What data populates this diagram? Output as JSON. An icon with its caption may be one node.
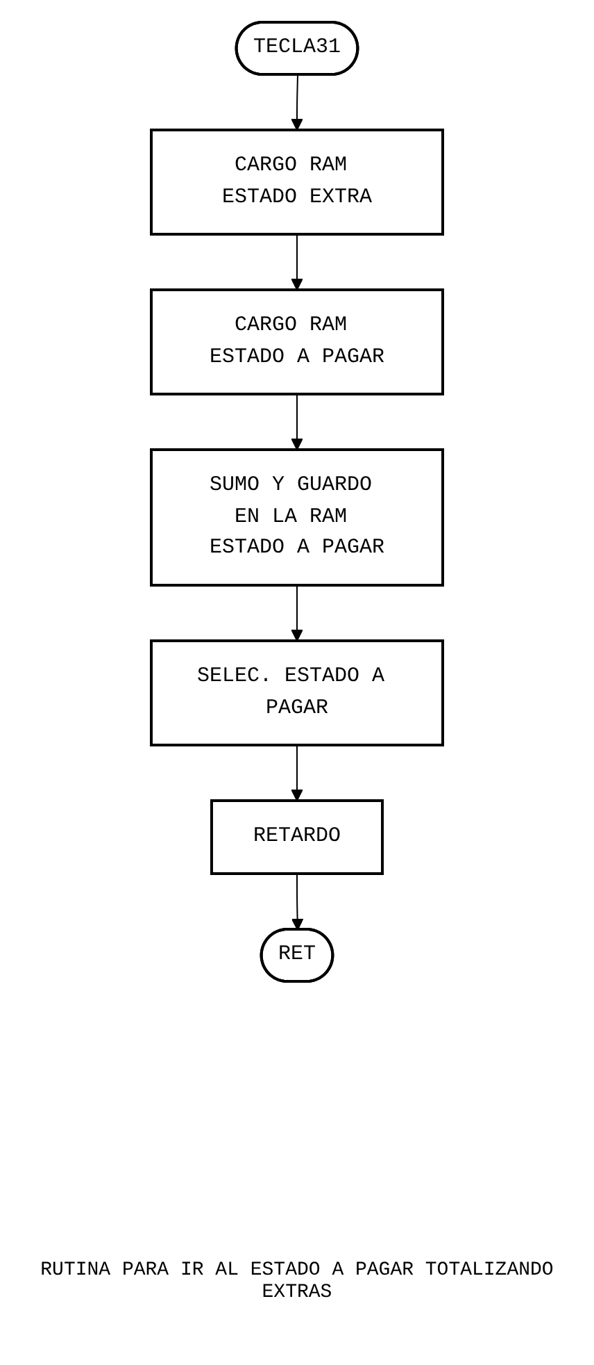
{
  "diagram": {
    "caption": "RUTINA PARA IR AL ESTADO A PAGAR TOTALIZANDO EXTRAS",
    "nodes": [
      {
        "text": [
          "TECLA31"
        ]
      },
      {
        "text": [
          "CARGO RAM ESTADO EXTRA"
        ]
      },
      {
        "text": [
          "CARGO RAM ESTADO A PAGAR"
        ]
      },
      {
        "text": [
          "SUMO Y GUARDO EN LA RAM ESTADO A PAGAR"
        ]
      },
      {
        "text": [
          "SELEC. ESTADO A PAGAR"
        ]
      },
      {
        "text": [
          "RETARDO"
        ]
      },
      {
        "text": [
          "RET"
        ]
      }
    ],
    "edges": [
      {
        "from": 0,
        "to": 1,
        "arrow": "to"
      },
      {
        "from": 1,
        "to": 2,
        "arrow": "to"
      },
      {
        "from": 2,
        "to": 3,
        "arrow": "to"
      },
      {
        "from": 3,
        "to": 4,
        "arrow": "to"
      },
      {
        "from": 4,
        "to": 5,
        "arrow": "to"
      },
      {
        "from": 5,
        "to": 6,
        "arrow": "to"
      }
    ]
  }
}
